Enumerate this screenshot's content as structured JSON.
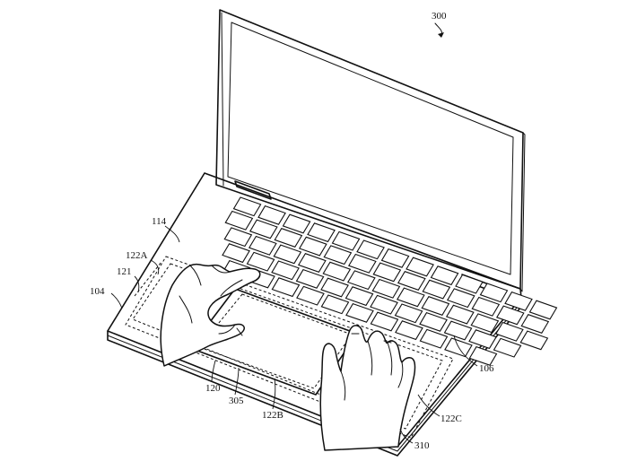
{
  "figure": {
    "number": "300",
    "labels": {
      "display": "114",
      "region_a": "122A",
      "region_a_inner": "121",
      "housing": "104",
      "keyboard": "106",
      "input_surface": "120",
      "border_left": "305",
      "region_b": "122B",
      "region_c": "122C",
      "border_right": "310"
    }
  }
}
